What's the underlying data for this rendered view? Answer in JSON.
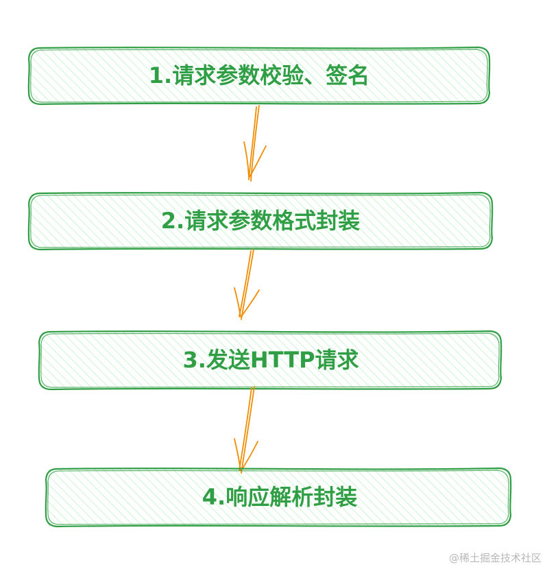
{
  "diagram": {
    "steps": [
      {
        "label": "1.请求参数校验、签名"
      },
      {
        "label": "2.请求参数格式封装"
      },
      {
        "label": "3.发送HTTP请求"
      },
      {
        "label": "4.响应解析封装"
      }
    ],
    "colors": {
      "box_stroke": "#2f9e44",
      "box_hatch": "#b2f2bb",
      "text": "#2f9e44",
      "arrow": "#f08c00"
    }
  },
  "watermark": "@稀土掘金技术社区"
}
